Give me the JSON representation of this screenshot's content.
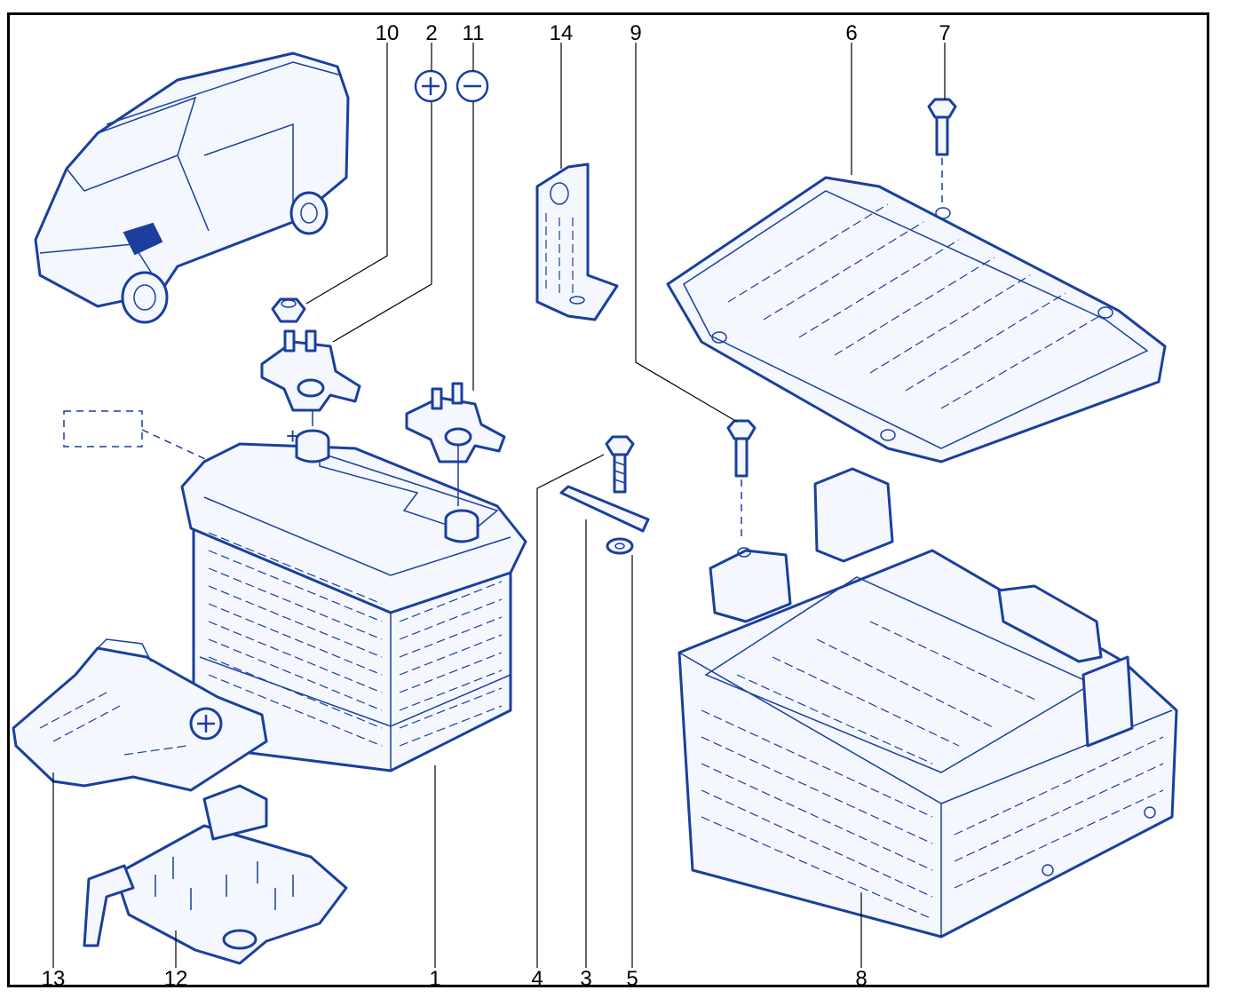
{
  "diagram": {
    "callouts": [
      {
        "id": "c10",
        "label": "10"
      },
      {
        "id": "c2",
        "label": "2"
      },
      {
        "id": "c11",
        "label": "11"
      },
      {
        "id": "c14",
        "label": "14"
      },
      {
        "id": "c9",
        "label": "9"
      },
      {
        "id": "c6",
        "label": "6"
      },
      {
        "id": "c7",
        "label": "7"
      },
      {
        "id": "c13",
        "label": "13"
      },
      {
        "id": "c12",
        "label": "12"
      },
      {
        "id": "c1",
        "label": "1"
      },
      {
        "id": "c4",
        "label": "4"
      },
      {
        "id": "c3",
        "label": "3"
      },
      {
        "id": "c5",
        "label": "5"
      },
      {
        "id": "c8",
        "label": "8"
      }
    ],
    "terminal_symbols": {
      "positive": "+",
      "negative": "−"
    },
    "colors": {
      "line": "#1a3f9e",
      "text": "#000000",
      "highlight": "#1a3f9e"
    }
  }
}
